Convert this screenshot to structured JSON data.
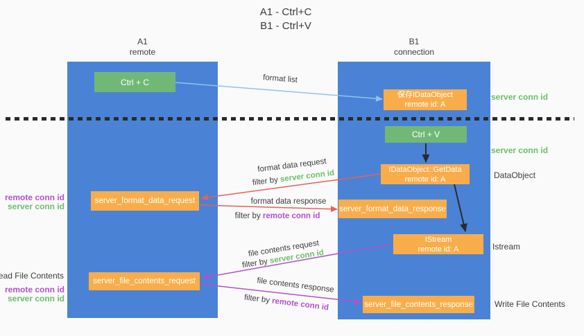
{
  "title": {
    "line1": "A1 - Ctrl+C",
    "line2": "B1 - Ctrl+V"
  },
  "lanes": {
    "left": {
      "id": "A1",
      "role": "remote"
    },
    "right": {
      "id": "B1",
      "role": "connection"
    }
  },
  "nodes": {
    "ctrl_c": {
      "label": "Ctrl + C"
    },
    "ctrl_v": {
      "label": "Ctrl + V"
    },
    "save_dataobject": {
      "line1": "保存IDataObject",
      "line2": "remote id: A"
    },
    "getdata": {
      "line1": "IDataObject::GetData",
      "line2": "remote id: A"
    },
    "istream": {
      "line1": "IStream",
      "line2": "remote id: A"
    },
    "format_request": {
      "label": "server_format_data_request"
    },
    "format_response": {
      "label": "server_format_data_response"
    },
    "file_request": {
      "label": "server_file_contents_request"
    },
    "file_response": {
      "label": "server_file_contents_response"
    }
  },
  "edge_labels": {
    "format_list": "format list",
    "format_data_request": "format data request",
    "format_data_response": "format data response",
    "file_contents_request": "file contents request",
    "file_contents_response": "file contents response",
    "filter_by": "filter by",
    "server_conn_id": "server conn id",
    "remote_conn_id": "remote conn id"
  },
  "side_labels": {
    "server_conn_id": "server conn id",
    "remote_conn_id": "remote conn id",
    "dataobject": "DataObject",
    "istream": "Istream",
    "read_file_contents": "Read File Contents",
    "write_file_contents": "Write File Contents"
  },
  "colors": {
    "lane_blue": "#4a83d5",
    "node_orange": "#f9ad4a",
    "node_green": "#71b877",
    "arrow_light_blue": "#8fc3e8",
    "arrow_red": "#e96059",
    "arrow_purple": "#b44fd0",
    "arrow_black": "#2b2b2b",
    "text_green": "#6abf69",
    "text_purple": "#b44fd0",
    "text_dark": "#3c3c3c",
    "background": "#fafafa"
  }
}
